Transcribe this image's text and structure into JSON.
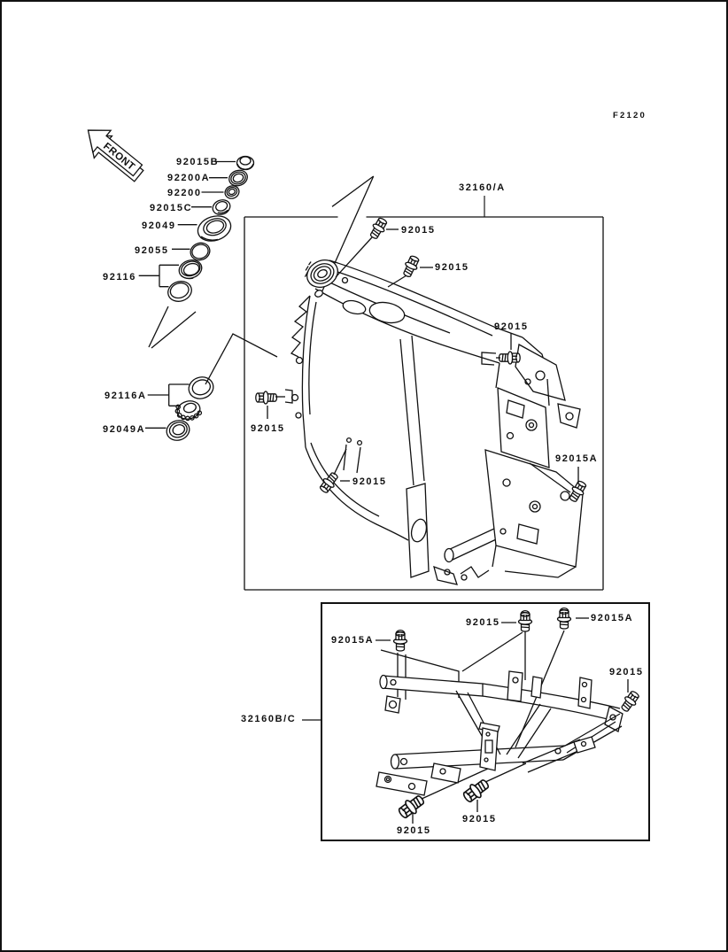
{
  "page": {
    "figure_code": "F2120",
    "front_arrow_label": "FRONT"
  },
  "assemblies": {
    "main_frame": "32160/A",
    "sub_frame": "32160B/C"
  },
  "parts": {
    "cap_92015B": "92015B",
    "washer_92200A": "92200A",
    "nut_92200": "92200",
    "collar_92015C": "92015C",
    "seal_92049": "92049",
    "oring_92055": "92055",
    "bearing_92116": "92116",
    "bearing_92116A": "92116A",
    "seal_92049A": "92049A",
    "bolt_92015": "92015",
    "bolt_92015A": "92015A"
  },
  "colors": {
    "line": "#111111",
    "background": "#ffffff"
  }
}
